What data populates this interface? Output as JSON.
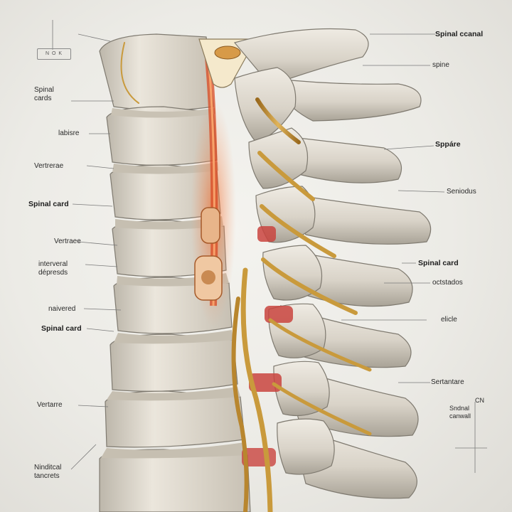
{
  "header_icon": {
    "text": "N O K",
    "glyph": "ʃ"
  },
  "labels_left": [
    {
      "id": "spinal-cords",
      "lines": [
        "Spinal",
        "cards"
      ],
      "bold": false
    },
    {
      "id": "labisre",
      "lines": [
        "labisre"
      ],
      "bold": false
    },
    {
      "id": "vertrerae",
      "lines": [
        "Vertrerae"
      ],
      "bold": false
    },
    {
      "id": "spinal-card-1",
      "lines": [
        "Spinal card"
      ],
      "bold": true
    },
    {
      "id": "vertraee",
      "lines": [
        "Vertraee"
      ],
      "bold": false
    },
    {
      "id": "interveral",
      "lines": [
        "interveral",
        "dépresds"
      ],
      "bold": false
    },
    {
      "id": "naivered",
      "lines": [
        "naivered"
      ],
      "bold": false
    },
    {
      "id": "spinal-card-2",
      "lines": [
        "Spinal card"
      ],
      "bold": true
    },
    {
      "id": "vertarre",
      "lines": [
        "Vertarre"
      ],
      "bold": false
    },
    {
      "id": "nindital",
      "lines": [
        "Ninditcal",
        "tancrets"
      ],
      "bold": false
    }
  ],
  "labels_right": [
    {
      "id": "spinal-ccanal",
      "lines": [
        "Spinal ccanal"
      ],
      "bold": true
    },
    {
      "id": "spine",
      "lines": [
        "spine"
      ],
      "bold": false
    },
    {
      "id": "sppare",
      "lines": [
        "Sppáre"
      ],
      "bold": true
    },
    {
      "id": "seniodus",
      "lines": [
        "Seniodus"
      ],
      "bold": false
    },
    {
      "id": "spinal-card-r",
      "lines": [
        "Spinal card"
      ],
      "bold": true
    },
    {
      "id": "octstados",
      "lines": [
        "octstados"
      ],
      "bold": false
    },
    {
      "id": "elicle",
      "lines": [
        "elicle"
      ],
      "bold": false
    },
    {
      "id": "sertantare",
      "lines": [
        "Sertantare"
      ],
      "bold": false
    },
    {
      "id": "snidnal",
      "lines": [
        "CN",
        "Sndnal",
        "canwall"
      ],
      "bold": false
    }
  ],
  "colors": {
    "bone": "#dcd6cc",
    "bone_shadow": "#9b968c",
    "nerve": "#c99a3c",
    "cord_glow": "#e2572a",
    "disc_red": "#c9443e"
  }
}
